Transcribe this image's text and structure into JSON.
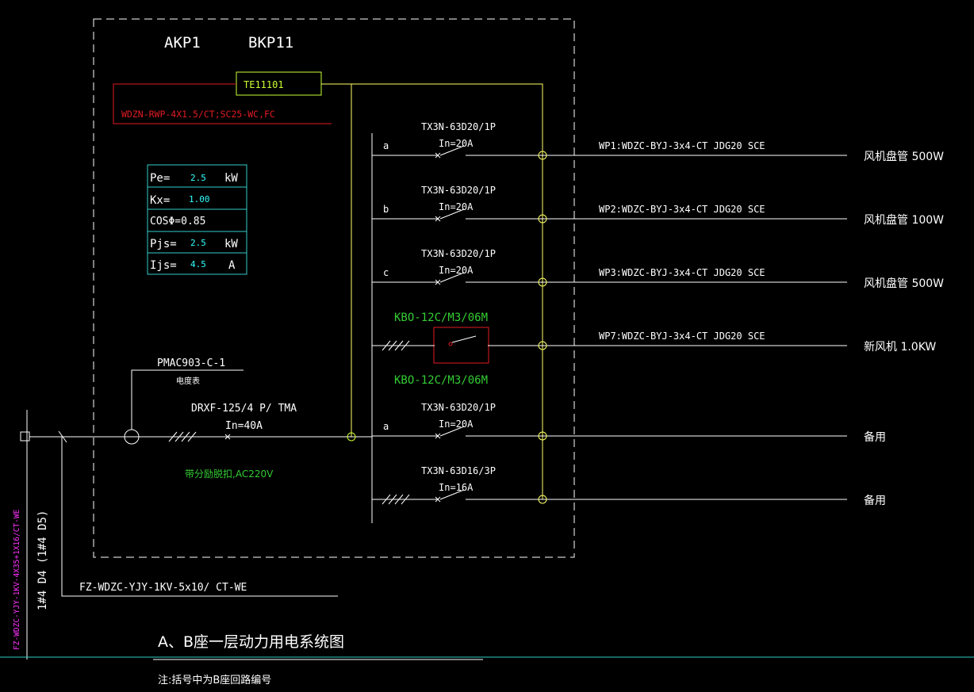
{
  "panel": {
    "name_a": "AKP1",
    "name_b": "BKP11"
  },
  "fire_module": {
    "label": "TE11101",
    "cable": "WDZN-RWP-4X1.5/CT;SC25-WC,FC"
  },
  "load_table": [
    {
      "label": "Pe=",
      "value": "2.5",
      "unit": "kW"
    },
    {
      "label": "Kx=",
      "value": "1.00",
      "unit": ""
    },
    {
      "label": "COSΦ=0.85",
      "value": "",
      "unit": ""
    },
    {
      "label": "Pjs=",
      "value": "2.5",
      "unit": "kW"
    },
    {
      "label": "Ijs=",
      "value": "4.5",
      "unit": "A"
    }
  ],
  "meter": {
    "model": "PMAC903-C-1",
    "name": "电度表"
  },
  "main_breaker": {
    "model": "DRXF-125/4 P/ TMA",
    "rating": "In=40A",
    "note": "带分励脱扣,AC220V"
  },
  "circuits": [
    {
      "phase": "a",
      "breaker": "TX3N-63D20/1P",
      "rating": "In=20A",
      "cable": "WP1:WDZC-BYJ-3x4-CT JDG20 SCE",
      "load": "风机盘管 500W"
    },
    {
      "phase": "b",
      "breaker": "TX3N-63D20/1P",
      "rating": "In=20A",
      "cable": "WP2:WDZC-BYJ-3x4-CT JDG20 SCE",
      "load": "风机盘管 100W"
    },
    {
      "phase": "c",
      "breaker": "TX3N-63D20/1P",
      "rating": "In=20A",
      "cable": "WP3:WDZC-BYJ-3x4-CT JDG20 SCE",
      "load": "风机盘管 500W"
    },
    {
      "phase": "",
      "breaker": "KBO-12C/M3/06M",
      "rating": "KBO-12C/M3/06M",
      "cable": "WP7:WDZC-BYJ-3x4-CT JDG20 SCE",
      "load": "新风机 1.0KW"
    },
    {
      "phase": "a",
      "breaker": "TX3N-63D20/1P",
      "rating": "In=20A",
      "cable": "",
      "load": "备用"
    },
    {
      "phase": "",
      "breaker": "TX3N-63D16/3P",
      "rating": "In=16A",
      "cable": "",
      "load": "备用"
    }
  ],
  "feeder": {
    "vertical_cable": "FZ-WDZC-YJY-1KV-4X35+1X16/CT-WE",
    "source": "1#4 D4 (1#4 D5)",
    "cable": "FZ-WDZC-YJY-1KV-5x10/ CT-WE"
  },
  "title": "A、B座一层动力用电系统图",
  "note": "注:括号中为B座回路编号",
  "colors": {
    "background": "#000000",
    "line": "#ffffff",
    "busbar": "#ffff66",
    "fire_line": "#e01b24",
    "green_text": "#33cc33",
    "table": "#33cccc",
    "cyan_text": "#33ffff",
    "magenta_text": "#ff33ff"
  }
}
